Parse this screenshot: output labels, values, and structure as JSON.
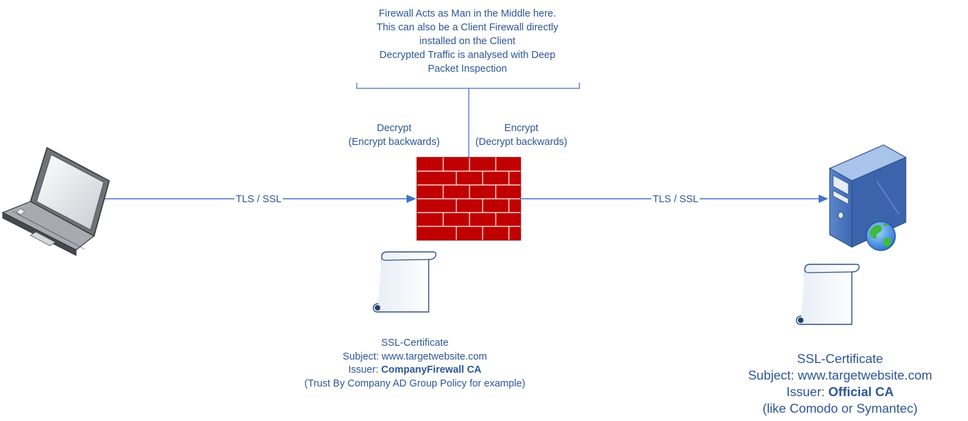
{
  "firewall_note": {
    "lines": [
      "Firewall Acts as Man in the Middle here.",
      "This can also be a Client Firewall directly",
      "installed on the Client",
      "Decrypted Traffic is analysed with Deep",
      "Packet Inspection"
    ]
  },
  "decrypt_label": {
    "line1": "Decrypt",
    "line2": "(Encrypt backwards)"
  },
  "encrypt_label": {
    "line1": "Encrypt",
    "line2": "(Decrypt backwards)"
  },
  "connections": {
    "left_label": "TLS / SSL",
    "right_label": "TLS / SSL"
  },
  "firewall_certificate": {
    "title": "SSL-Certificate",
    "subject": "Subject: www.targetwebsite.com",
    "issuer_prefix": "Issuer: ",
    "issuer_value": "CompanyFirewall CA",
    "note": "(Trust By Company AD Group Policy for example)"
  },
  "server_certificate": {
    "title": "SSL-Certificate",
    "subject": "Subject: www.targetwebsite.com",
    "issuer_prefix": "Issuer: ",
    "issuer_value": "Official CA",
    "note": "(like Comodo or Symantec)"
  },
  "colors": {
    "line": "#4472c4",
    "text": "#2e5597",
    "brick": "#c00000",
    "mortar": "#ffffff"
  },
  "icons": [
    "laptop-icon",
    "firewall-icon",
    "server-icon",
    "globe-icon",
    "certificate-scroll-icon"
  ]
}
